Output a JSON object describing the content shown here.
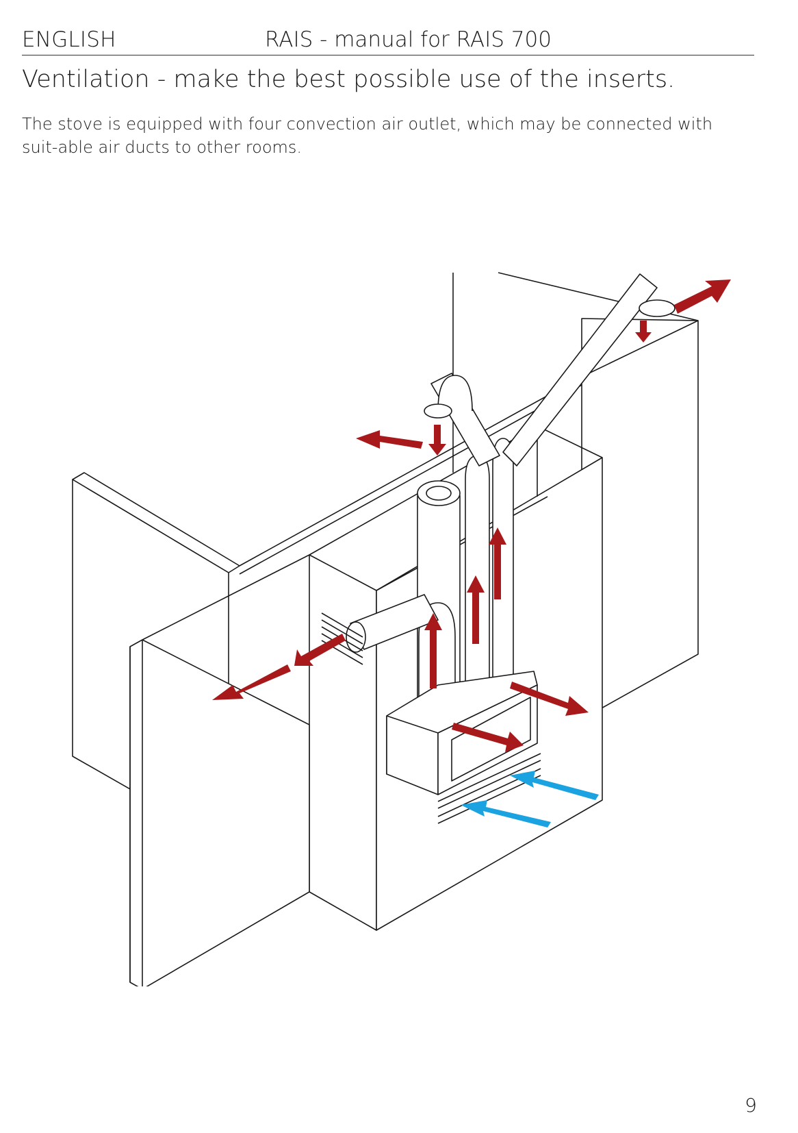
{
  "header": {
    "language": "ENGLISH",
    "manual_title": "RAIS - manual for RAIS 700"
  },
  "section": {
    "title": "Ventilation - make the best possible use of the inserts.",
    "paragraph": "The stove is equipped with four convection air outlet, which may be connected with suit-able air ducts to other rooms."
  },
  "figure": {
    "colors": {
      "line": "#1a1a1a",
      "hot_air": "#a8191b",
      "cold_air": "#1aa3e0"
    }
  },
  "footer": {
    "page_number": "9"
  }
}
